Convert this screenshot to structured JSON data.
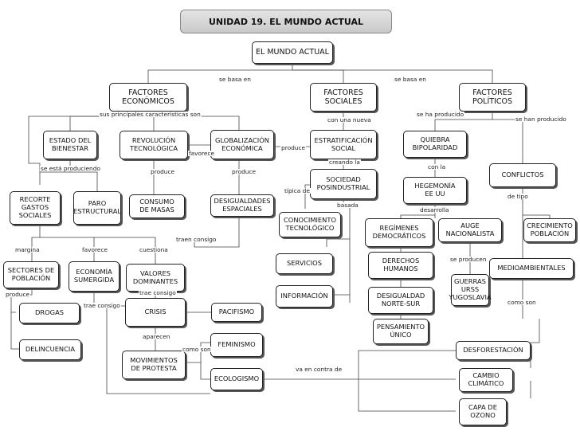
{
  "title": "UNIDAD 19. EL MUNDO ACTUAL",
  "nodes": {
    "mundo": "EL MUNDO ACTUAL",
    "f_economicos": "FACTORES\nECONÓMICOS",
    "f_sociales": "FACTORES\nSOCIALES",
    "f_politicos": "FACTORES\nPOLÍTICOS",
    "estado": "ESTADO DEL\nBIENESTAR",
    "revolucion": "REVOLUCIÓN\nTECNOLÓGICA",
    "globalizacion": "GLOBALIZACIÓN\nECONÓMICA",
    "estratificacion": "ESTRATIFICACIÓN\nSOCIAL",
    "quiebra": "QUIEBRA\nBIPOLARIDAD",
    "sociedad": "SOCIEDAD\nPOSINDUSTRIAL",
    "hegemonia": "HEGEMONÍA\nEE UU",
    "conflictos": "CONFLICTOS",
    "recorte": "RECORTE\nGASTOS\nSOCIALES",
    "paro": "PARO\nESTRUCTURAL",
    "consumo": "CONSUMO\nDE MASAS",
    "desigualdades": "DESIGUALDADES\nESPACIALES",
    "conocimiento": "CONOCIMIENTO\nTECNOLÓGICO",
    "regimenes": "REGÍMENES\nDEMOCRÁTICOS",
    "auge": "AUGE\nNACIONALISTA",
    "crecimiento": "CRECIMIENTO\nPOBLACIÓN",
    "sectores": "SECTORES DE\nPOBLACIÓN",
    "economia": "ECONOMÍA\nSUMERGIDA",
    "valores": "VALORES\nDOMINANTES",
    "servicios": "SERVICIOS",
    "derechos": "DERECHOS\nHUMANOS",
    "medioambientales": "MEDIOAMBIENTALES",
    "informacion": "INFORMACIÓN",
    "desigualdad": "DESIGUALDAD\nNORTE-SUR",
    "guerras": "GUERRAS\nURSS\nYUGOSLAVIA",
    "drogas": "DROGAS",
    "crisis": "CRISIS",
    "pacifismo": "PACIFISMO",
    "pensamiento": "PENSAMIENTO\nÚNICO",
    "delincuencia": "DELINCUENCIA",
    "feminismo": "FEMINISMO",
    "desforestacion": "DESFORESTACIÓN",
    "movimientos": "MOVIMIENTOS\nDE PROTESTA",
    "ecologismo": "ECOLOGISMO",
    "cambio": "CAMBIO\nCLIMÁTICO",
    "capa": "CAPA DE\nOZONO"
  },
  "labels": {
    "se_basa_en_1": "se basa en",
    "se_basa_en_2": "se basa en",
    "sus_principales": "sus principales características son",
    "con_una_nueva": "con una nueva",
    "se_ha_producido": "se ha producido",
    "se_han_producido": "se han producido",
    "favorece_1": "favorece",
    "produce_1": "produce",
    "creando_la": "creando la",
    "con_la": "con la",
    "se_esta_produciendo": "se está produciendo",
    "produce_2": "produce",
    "produce_3": "produce",
    "tipica_de": "típica de",
    "de_tipo": "de tipo",
    "basada": "basada",
    "desarrolla": "desarrolla",
    "traen_consigo": "traen consigo",
    "margina": "margina",
    "favorece_2": "favorece",
    "cuestiona": "cuestiona",
    "se_producen": "se producen",
    "produce_4": "produce",
    "trae_consigo_1": "trae consigo",
    "trae_consigo_2": "trae consigo",
    "como_son_1": "como son",
    "aparecen": "aparecen",
    "como_son_2": "como son",
    "va_en_contra_de": "va en contra de"
  }
}
